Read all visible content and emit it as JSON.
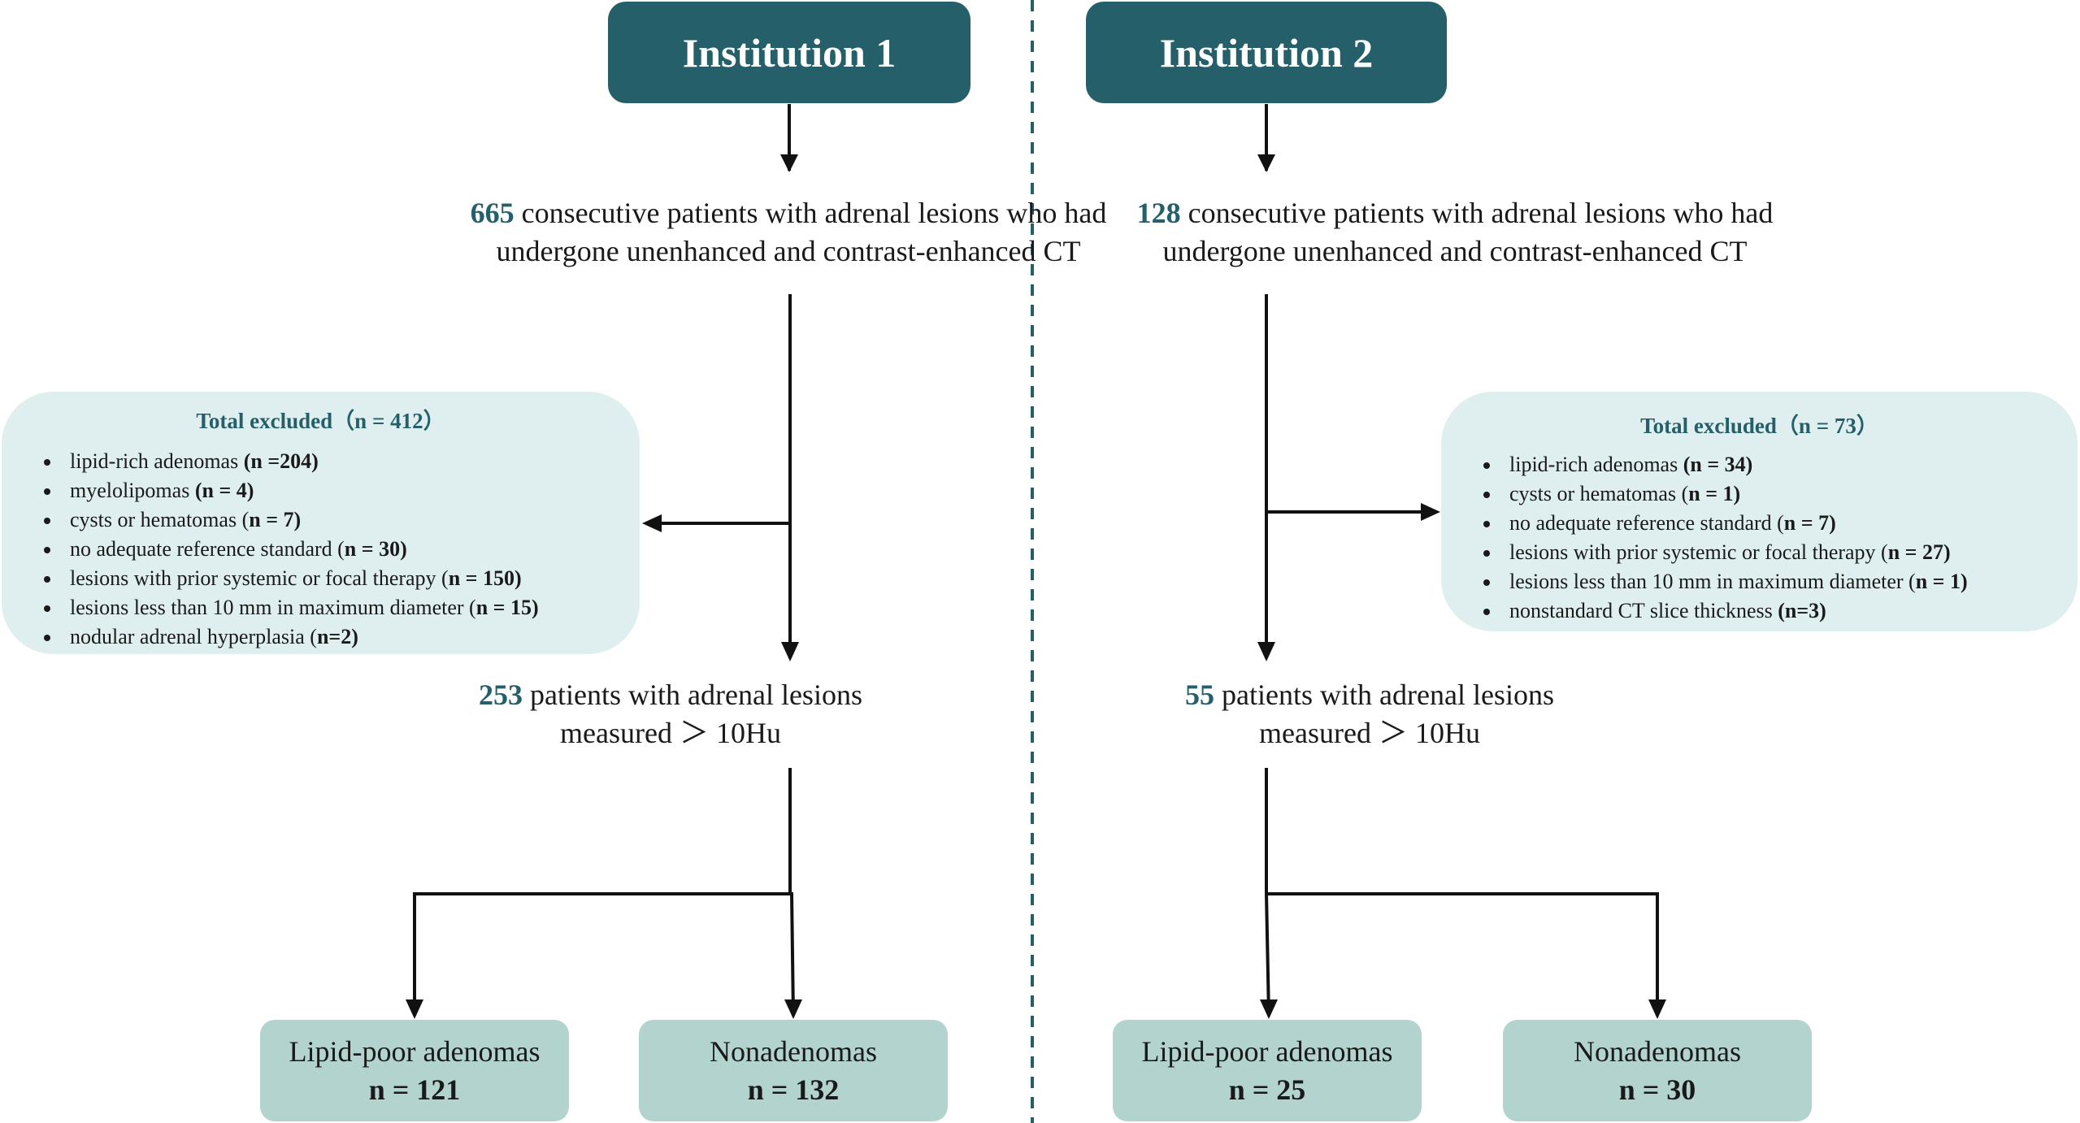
{
  "institution1": {
    "title": "Institution 1",
    "initial": {
      "count": "665",
      "line1": "consecutive patients with adrenal lesions who had",
      "line2": "undergone unenhanced and contrast-enhanced CT"
    },
    "excluded": {
      "title": "Total excluded（n = 412）",
      "items": [
        {
          "text": "lipid-rich adenomas ",
          "n": "(n =204)"
        },
        {
          "text": "myelolipomas ",
          "n": "(n = 4)"
        },
        {
          "text": "cysts or hematomas (",
          "n": "n = 7)"
        },
        {
          "text": "no adequate reference standard (",
          "n": "n = 30)"
        },
        {
          "text": "lesions with prior systemic or focal therapy (",
          "n": "n = 150)"
        },
        {
          "text": "lesions less than 10 mm in maximum diameter (",
          "n": "n = 15)"
        },
        {
          "text": "nodular adrenal hyperplasia (",
          "n": "n=2)"
        }
      ]
    },
    "measured": {
      "count": "253",
      "line1": "patients with adrenal lesions",
      "line2": "measured ＞ 10Hu"
    },
    "outcomes": [
      {
        "label": "Lipid-poor adenomas",
        "n": "n = 121"
      },
      {
        "label": "Nonadenomas",
        "n": "n = 132"
      }
    ]
  },
  "institution2": {
    "title": "Institution 2",
    "initial": {
      "count": "128",
      "line1": "consecutive patients with adrenal lesions who had",
      "line2": "undergone unenhanced and contrast-enhanced CT"
    },
    "excluded": {
      "title": "Total excluded（n = 73）",
      "items": [
        {
          "text": "lipid-rich adenomas  ",
          "n": "(n = 34)"
        },
        {
          "text": "cysts or hematomas (",
          "n": "n = 1)"
        },
        {
          "text": "no adequate reference standard (",
          "n": "n = 7)"
        },
        {
          "text": "lesions with prior systemic or focal therapy (",
          "n": "n = 27)"
        },
        {
          "text": "lesions less than 10 mm in maximum diameter (",
          "n": "n = 1)"
        },
        {
          "text": "nonstandard CT slice thickness ",
          "n": "(n=3)"
        }
      ]
    },
    "measured": {
      "count": "55",
      "line1": "patients with adrenal lesions",
      "line2": "measured ＞ 10Hu"
    },
    "outcomes": [
      {
        "label": "Lipid-poor adenomas",
        "n": "n = 25"
      },
      {
        "label": "Nonadenomas",
        "n": "n = 30"
      }
    ]
  },
  "colors": {
    "accent": "#255f6a",
    "exclusion_fill": "#dfeeee",
    "outcome_fill": "#b3d3ce",
    "divider": "#255f6a"
  }
}
